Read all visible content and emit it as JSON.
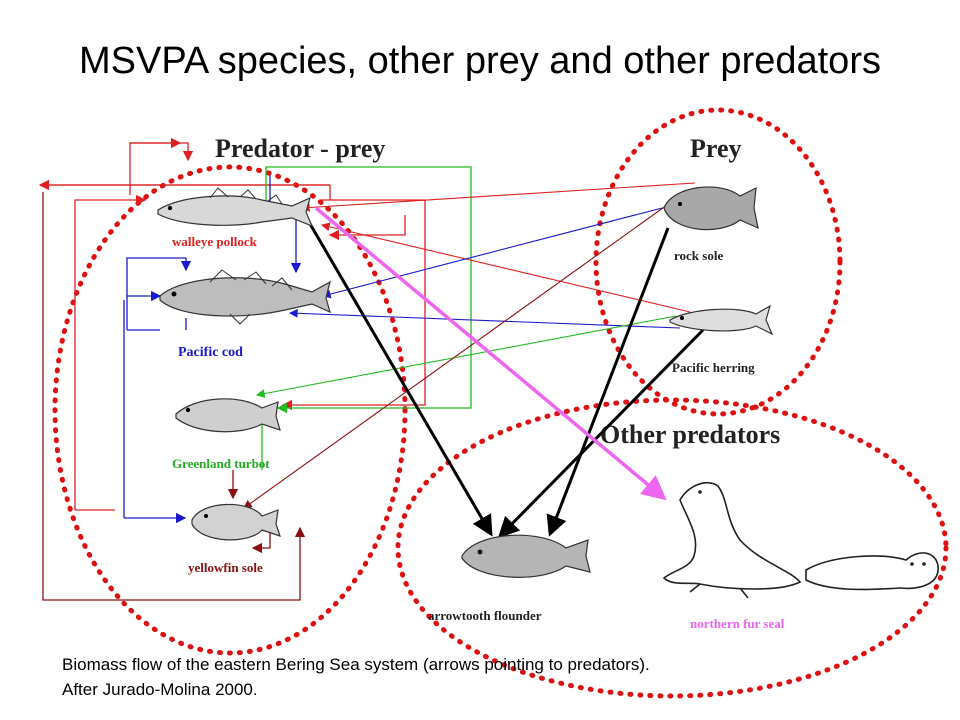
{
  "title": "MSVPA species, other prey and other predators",
  "headings": {
    "predator_prey": "Predator - prey",
    "prey": "Prey",
    "other_predators": "Other predators"
  },
  "species": {
    "walleye_pollock": "walleye pollock",
    "pacific_cod": "Pacific cod",
    "greenland_turbot": "Greenland turbot",
    "yellowfin_sole": "yellowfin sole",
    "rock_sole": "rock sole",
    "pacific_herring": "Pacific herring",
    "arrowtooth_flounder": "arrowtooth flounder",
    "northern_fur_seal": "northern fur seal"
  },
  "caption": {
    "line1": "Biomass flow of the eastern Bering Sea system (arrows pointing to predators).",
    "line2": "After Jurado-Molina 2000."
  },
  "colors": {
    "red": "#e02020",
    "blue": "#1a1acc",
    "green": "#22bb22",
    "darkred": "#8b1010",
    "black": "#000000",
    "magenta": "#ee66ee",
    "dotted": "#dd1111"
  }
}
